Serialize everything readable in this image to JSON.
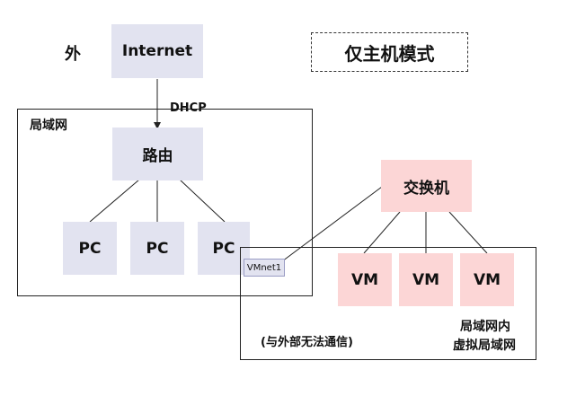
{
  "outside_label": "外",
  "internet": "Internet",
  "dhcp": "DHCP",
  "mode_title": "仅主机模式",
  "lan": {
    "label": "局域网",
    "router": "路由",
    "pcs": [
      "PC",
      "PC",
      "PC"
    ]
  },
  "switch": "交换机",
  "vmnet": "VMnet1",
  "vlan": {
    "vms": [
      "VM",
      "VM",
      "VM"
    ],
    "note": "(与外部无法通信)",
    "label_line1": "局域网内",
    "label_line2": "虚拟局域网"
  }
}
